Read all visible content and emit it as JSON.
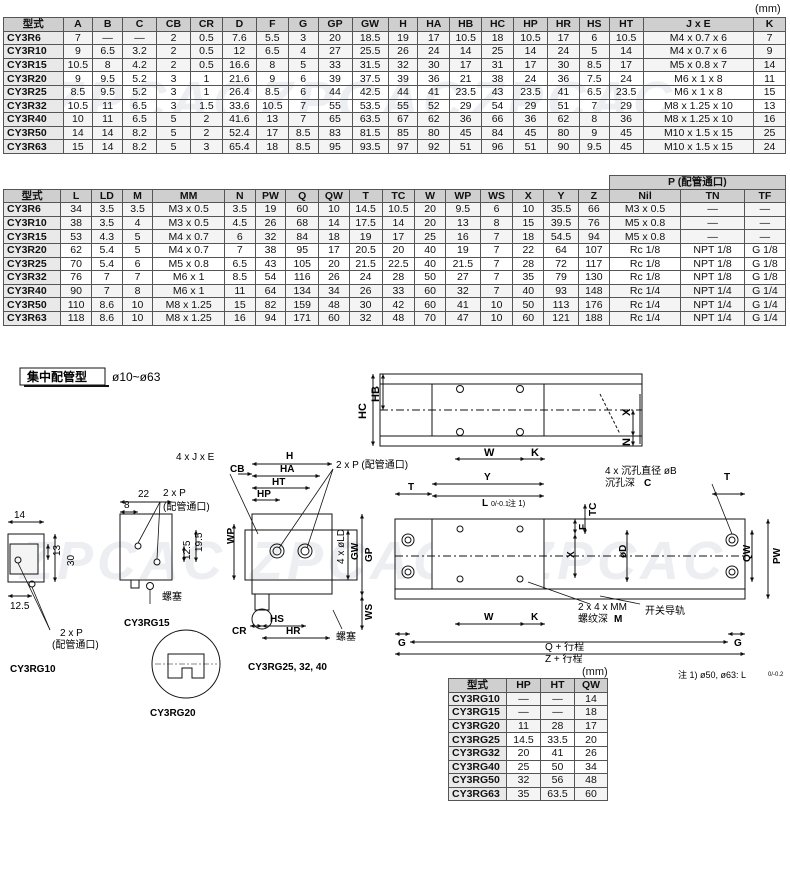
{
  "unit_label": "(mm)",
  "table1": {
    "headers": [
      "型式",
      "A",
      "B",
      "C",
      "CB",
      "CR",
      "D",
      "F",
      "G",
      "GP",
      "GW",
      "H",
      "HA",
      "HB",
      "HC",
      "HP",
      "HR",
      "HS",
      "HT",
      "J x E",
      "K"
    ],
    "rows": [
      [
        "CY3R6",
        "7",
        "—",
        "—",
        "2",
        "0.5",
        "7.6",
        "5.5",
        "3",
        "20",
        "18.5",
        "19",
        "17",
        "10.5",
        "18",
        "10.5",
        "17",
        "6",
        "10.5",
        "M4 x 0.7 x 6",
        "7"
      ],
      [
        "CY3R10",
        "9",
        "6.5",
        "3.2",
        "2",
        "0.5",
        "12",
        "6.5",
        "4",
        "27",
        "25.5",
        "26",
        "24",
        "14",
        "25",
        "14",
        "24",
        "5",
        "14",
        "M4 x 0.7 x 6",
        "9"
      ],
      [
        "CY3R15",
        "10.5",
        "8",
        "4.2",
        "2",
        "0.5",
        "16.6",
        "8",
        "5",
        "33",
        "31.5",
        "32",
        "30",
        "17",
        "31",
        "17",
        "30",
        "8.5",
        "17",
        "M5 x 0.8 x 7",
        "14"
      ],
      [
        "CY3R20",
        "9",
        "9.5",
        "5.2",
        "3",
        "1",
        "21.6",
        "9",
        "6",
        "39",
        "37.5",
        "39",
        "36",
        "21",
        "38",
        "24",
        "36",
        "7.5",
        "24",
        "M6 x 1 x 8",
        "11"
      ],
      [
        "CY3R25",
        "8.5",
        "9.5",
        "5.2",
        "3",
        "1",
        "26.4",
        "8.5",
        "6",
        "44",
        "42.5",
        "44",
        "41",
        "23.5",
        "43",
        "23.5",
        "41",
        "6.5",
        "23.5",
        "M6 x 1 x 8",
        "15"
      ],
      [
        "CY3R32",
        "10.5",
        "11",
        "6.5",
        "3",
        "1.5",
        "33.6",
        "10.5",
        "7",
        "55",
        "53.5",
        "55",
        "52",
        "29",
        "54",
        "29",
        "51",
        "7",
        "29",
        "M8 x 1.25 x 10",
        "13"
      ],
      [
        "CY3R40",
        "10",
        "11",
        "6.5",
        "5",
        "2",
        "41.6",
        "13",
        "7",
        "65",
        "63.5",
        "67",
        "62",
        "36",
        "66",
        "36",
        "62",
        "8",
        "36",
        "M8 x 1.25 x 10",
        "16"
      ],
      [
        "CY3R50",
        "14",
        "14",
        "8.2",
        "5",
        "2",
        "52.4",
        "17",
        "8.5",
        "83",
        "81.5",
        "85",
        "80",
        "45",
        "84",
        "45",
        "80",
        "9",
        "45",
        "M10 x 1.5 x 15",
        "25"
      ],
      [
        "CY3R63",
        "15",
        "14",
        "8.2",
        "5",
        "3",
        "65.4",
        "18",
        "8.5",
        "95",
        "93.5",
        "97",
        "92",
        "51",
        "96",
        "51",
        "90",
        "9.5",
        "45",
        "M10 x 1.5 x 15",
        "24"
      ]
    ]
  },
  "table2": {
    "group_header": "P (配管通口)",
    "headers": [
      "型式",
      "L",
      "LD",
      "M",
      "MM",
      "N",
      "PW",
      "Q",
      "QW",
      "T",
      "TC",
      "W",
      "WP",
      "WS",
      "X",
      "Y",
      "Z",
      "Nil",
      "TN",
      "TF"
    ],
    "rows": [
      [
        "CY3R6",
        "34",
        "3.5",
        "3.5",
        "M3 x 0.5",
        "3.5",
        "19",
        "60",
        "10",
        "14.5",
        "10.5",
        "20",
        "9.5",
        "6",
        "10",
        "35.5",
        "66",
        "M3 x 0.5",
        "—",
        "—"
      ],
      [
        "CY3R10",
        "38",
        "3.5",
        "4",
        "M3 x 0.5",
        "4.5",
        "26",
        "68",
        "14",
        "17.5",
        "14",
        "20",
        "13",
        "8",
        "15",
        "39.5",
        "76",
        "M5 x 0.8",
        "—",
        "—"
      ],
      [
        "CY3R15",
        "53",
        "4.3",
        "5",
        "M4 x 0.7",
        "6",
        "32",
        "84",
        "18",
        "19",
        "17",
        "25",
        "16",
        "7",
        "18",
        "54.5",
        "94",
        "M5 x 0.8",
        "—",
        "—"
      ],
      [
        "CY3R20",
        "62",
        "5.4",
        "5",
        "M4 x 0.7",
        "7",
        "38",
        "95",
        "17",
        "20.5",
        "20",
        "40",
        "19",
        "7",
        "22",
        "64",
        "107",
        "Rc 1/8",
        "NPT 1/8",
        "G 1/8"
      ],
      [
        "CY3R25",
        "70",
        "5.4",
        "6",
        "M5 x 0.8",
        "6.5",
        "43",
        "105",
        "20",
        "21.5",
        "22.5",
        "40",
        "21.5",
        "7",
        "28",
        "72",
        "117",
        "Rc 1/8",
        "NPT 1/8",
        "G 1/8"
      ],
      [
        "CY3R32",
        "76",
        "7",
        "7",
        "M6 x 1",
        "8.5",
        "54",
        "116",
        "26",
        "24",
        "28",
        "50",
        "27",
        "7",
        "35",
        "79",
        "130",
        "Rc 1/8",
        "NPT 1/8",
        "G 1/8"
      ],
      [
        "CY3R40",
        "90",
        "7",
        "8",
        "M6 x 1",
        "11",
        "64",
        "134",
        "34",
        "26",
        "33",
        "60",
        "32",
        "7",
        "40",
        "93",
        "148",
        "Rc 1/4",
        "NPT 1/4",
        "G 1/4"
      ],
      [
        "CY3R50",
        "110",
        "8.6",
        "10",
        "M8 x 1.25",
        "15",
        "82",
        "159",
        "48",
        "30",
        "42",
        "60",
        "41",
        "10",
        "50",
        "113",
        "176",
        "Rc 1/4",
        "NPT 1/4",
        "G 1/4"
      ],
      [
        "CY3R63",
        "118",
        "8.6",
        "10",
        "M8 x 1.25",
        "16",
        "94",
        "171",
        "60",
        "32",
        "48",
        "70",
        "47",
        "10",
        "60",
        "121",
        "188",
        "Rc 1/4",
        "NPT 1/4",
        "G 1/4"
      ]
    ]
  },
  "table3": {
    "unit_label": "(mm)",
    "headers": [
      "型式",
      "HP",
      "HT",
      "QW"
    ],
    "rows": [
      [
        "CY3RG10",
        "—",
        "—",
        "14"
      ],
      [
        "CY3RG15",
        "—",
        "—",
        "18"
      ],
      [
        "CY3RG20",
        "11",
        "28",
        "17"
      ],
      [
        "CY3RG25",
        "14.5",
        "33.5",
        "20"
      ],
      [
        "CY3RG32",
        "20",
        "41",
        "26"
      ],
      [
        "CY3RG40",
        "25",
        "50",
        "34"
      ],
      [
        "CY3RG50",
        "32",
        "56",
        "48"
      ],
      [
        "CY3RG63",
        "35",
        "63.5",
        "60"
      ]
    ]
  },
  "drawing": {
    "section_title": "集中配管型",
    "section_range": "ø10~ø63",
    "watermark": "ZPCAC",
    "labels_top": {
      "hc": "HC",
      "hb": "HB",
      "x": "X",
      "n": "N",
      "w": "W",
      "k": "K"
    },
    "labels_rg10": {
      "dim14": "14",
      "dim13": "13",
      "dim30": "30",
      "dim125": "12.5",
      "port": "2 x P",
      "port_note": "(配管通口)",
      "name": "CY3RG10"
    },
    "labels_rg15": {
      "dim22": "22",
      "dim8": "8",
      "port": "2 x P",
      "port_note": "(配管通口)",
      "dim125": "12.5",
      "dim195": "19.5",
      "plug": "螺塞",
      "name": "CY3RG15"
    },
    "labels_rg20": {
      "name": "CY3RG20"
    },
    "labels_rg25": {
      "jxe": "4 x J x E",
      "cb": "CB",
      "h": "H",
      "ha": "HA",
      "ht": "HT",
      "hp": "HP",
      "port": "2 x P (配管通口)",
      "wp": "WP",
      "ld": "4 x øLD",
      "gw": "GW",
      "gp": "GP",
      "ws": "WS",
      "cr": "CR",
      "hs": "HS",
      "hr": "HR",
      "plug": "螺塞",
      "name": "CY3RG25, 32, 40"
    },
    "labels_front": {
      "t": "T",
      "y": "Y",
      "l": "L",
      "l_tol": "0/-0.1",
      "l_note": "注 1)",
      "counterbore": "4 x 沉孔直径 øB",
      "counterbore_depth": "沉孔深",
      "counterbore_depth_c": "C",
      "tc": "TC",
      "f": "F",
      "x": "X",
      "d": "øD",
      "qw": "QW",
      "pw": "PW",
      "w": "W",
      "k": "K",
      "mm": "2 x 4 x MM",
      "mm_depth": "螺纹深",
      "mm_depth_m": "M",
      "switch_rail": "开关导轨",
      "g": "G",
      "q": "Q + 行程",
      "z": "Z + 行程"
    },
    "note": "注 1) ø50, ø63: L",
    "note_tol": "0/-0.2"
  }
}
